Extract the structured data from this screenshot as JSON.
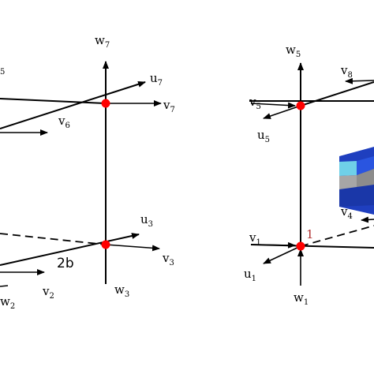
{
  "colors": {
    "line": "#000000",
    "node": "#ff0000",
    "cylinder_dark": "#1f3fbf",
    "cylinder_light": "#6fd0e8",
    "cylinder_gray": "#a6a6a6"
  },
  "left_labels": {
    "w7": {
      "base": "w",
      "sub": "7"
    },
    "u7": {
      "base": "u",
      "sub": "7"
    },
    "v7": {
      "base": "v",
      "sub": "7"
    },
    "v6": {
      "base": "v",
      "sub": "6"
    },
    "u3": {
      "base": "u",
      "sub": "3"
    },
    "v3": {
      "base": "v",
      "sub": "3"
    },
    "w3": {
      "base": "w",
      "sub": "3"
    },
    "v2": {
      "base": "v",
      "sub": "2"
    },
    "w2": {
      "base": "w",
      "sub": "2"
    },
    "top_partial": "5",
    "dimension": "2b"
  },
  "right_labels": {
    "w5": {
      "base": "w",
      "sub": "5"
    },
    "v8": {
      "base": "v",
      "sub": "8"
    },
    "v5": {
      "base": "v",
      "sub": "5"
    },
    "u5": {
      "base": "u",
      "sub": "5"
    },
    "v4": {
      "base": "v",
      "sub": "4"
    },
    "v1": {
      "base": "v",
      "sub": "1"
    },
    "u1": {
      "base": "u",
      "sub": "1"
    },
    "w1": {
      "base": "w",
      "sub": "1"
    },
    "node_number": "1"
  }
}
